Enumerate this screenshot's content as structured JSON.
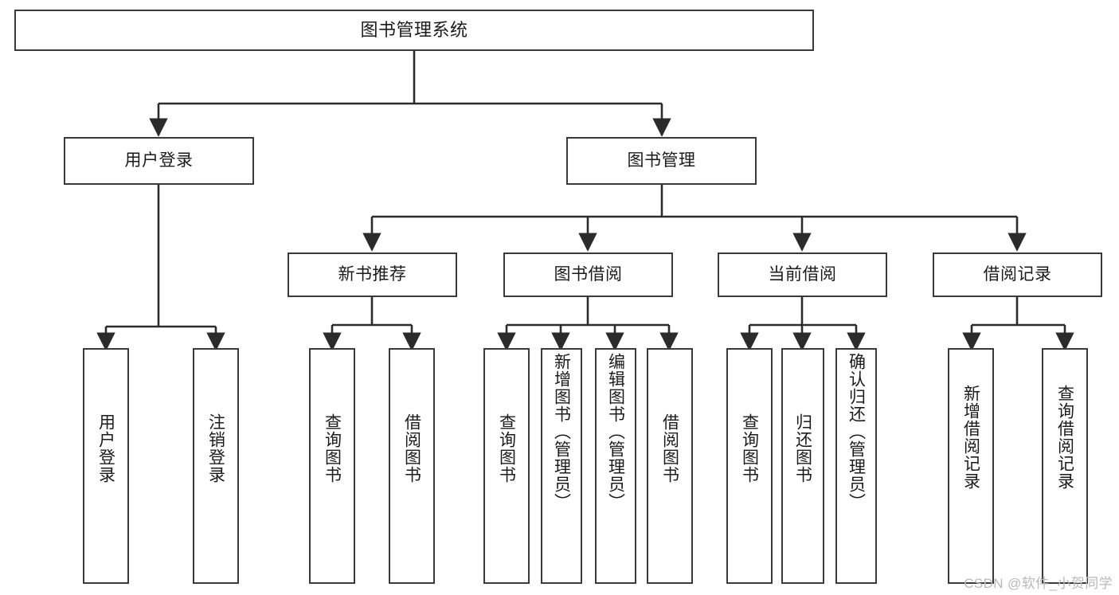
{
  "diagram": {
    "title": "图书管理系统",
    "type": "tree-hierarchy",
    "watermark": "CSDN @软件_小贺同学",
    "colors": {
      "box_border": "#3a3a3a",
      "box_fill": "#ffffff",
      "edge": "#2b2b2b",
      "text": "#1b1b1b",
      "watermark": "#b9b9b9"
    }
  },
  "nodes": {
    "root": {
      "label": "图书管理系统"
    },
    "level1": [
      {
        "id": "user-login",
        "label": "用户登录"
      },
      {
        "id": "book-manage",
        "label": "图书管理"
      }
    ],
    "level2": [
      {
        "id": "new-book-recommend",
        "label": "新书推荐"
      },
      {
        "id": "book-borrow",
        "label": "图书借阅"
      },
      {
        "id": "current-borrow",
        "label": "当前借阅"
      },
      {
        "id": "borrow-record",
        "label": "借阅记录"
      }
    ],
    "leaves": [
      {
        "id": "leaf-user-login",
        "label": "用户登录",
        "parent": "user-login"
      },
      {
        "id": "leaf-logout",
        "label": "注销登录",
        "parent": "user-login"
      },
      {
        "id": "leaf-query-book-1",
        "label": "查询图书",
        "parent": "new-book-recommend"
      },
      {
        "id": "leaf-borrow-book-1",
        "label": "借阅图书",
        "parent": "new-book-recommend"
      },
      {
        "id": "leaf-query-book-2",
        "label": "查询图书",
        "parent": "book-borrow"
      },
      {
        "id": "leaf-add-book",
        "label": "新增图书（管理员）",
        "parent": "book-borrow"
      },
      {
        "id": "leaf-edit-book",
        "label": "编辑图书（管理员）",
        "parent": "book-borrow"
      },
      {
        "id": "leaf-borrow-book-2",
        "label": "借阅图书",
        "parent": "book-borrow"
      },
      {
        "id": "leaf-query-book-3",
        "label": "查询图书",
        "parent": "current-borrow"
      },
      {
        "id": "leaf-return-book",
        "label": "归还图书",
        "parent": "current-borrow"
      },
      {
        "id": "leaf-confirm-return",
        "label": "确认归还（管理员）",
        "parent": "current-borrow"
      },
      {
        "id": "leaf-add-record",
        "label": "新增借阅记录",
        "parent": "borrow-record"
      },
      {
        "id": "leaf-query-record",
        "label": "查询借阅记录",
        "parent": "borrow-record"
      }
    ]
  }
}
